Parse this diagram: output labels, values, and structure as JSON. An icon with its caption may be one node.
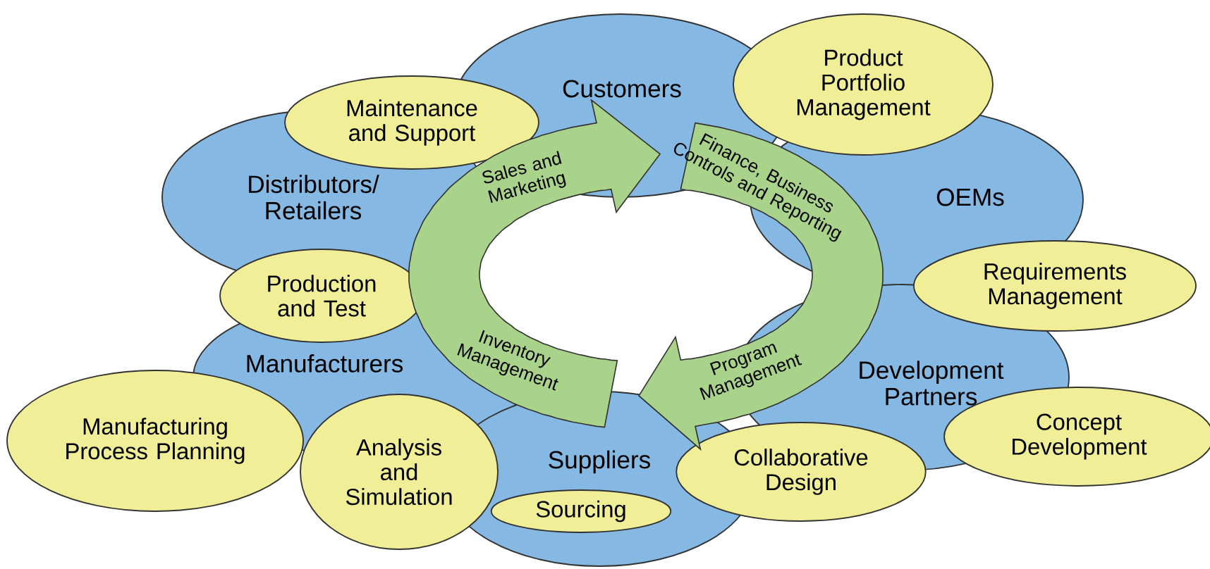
{
  "diagram": {
    "nodes": [
      {
        "text": [
          "Customers"
        ]
      },
      {
        "text": [
          "Product Portfolio Management"
        ]
      },
      {
        "text": [
          "Maintenance and Support"
        ]
      },
      {
        "text": [
          "Distributors/ Retailers"
        ]
      },
      {
        "text": [
          "OEMs"
        ]
      },
      {
        "text": [
          "Production and Test"
        ]
      },
      {
        "text": [
          "Requirements Management"
        ]
      },
      {
        "text": [
          "Manufacturers"
        ]
      },
      {
        "text": [
          "Development Partners"
        ]
      },
      {
        "text": [
          "Manufacturing Process Planning"
        ]
      },
      {
        "text": [
          "Analysis and Simulation"
        ]
      },
      {
        "text": [
          "Suppliers"
        ]
      },
      {
        "text": [
          "Collaborative Design"
        ]
      },
      {
        "text": [
          "Concept Development"
        ]
      },
      {
        "text": [
          "Sourcing"
        ],
        "in": 11
      }
    ],
    "labels": [
      "Sales and Marketing",
      "Finance, Business Controls and Reporting",
      "Inventory Management",
      "Program Management"
    ]
  }
}
